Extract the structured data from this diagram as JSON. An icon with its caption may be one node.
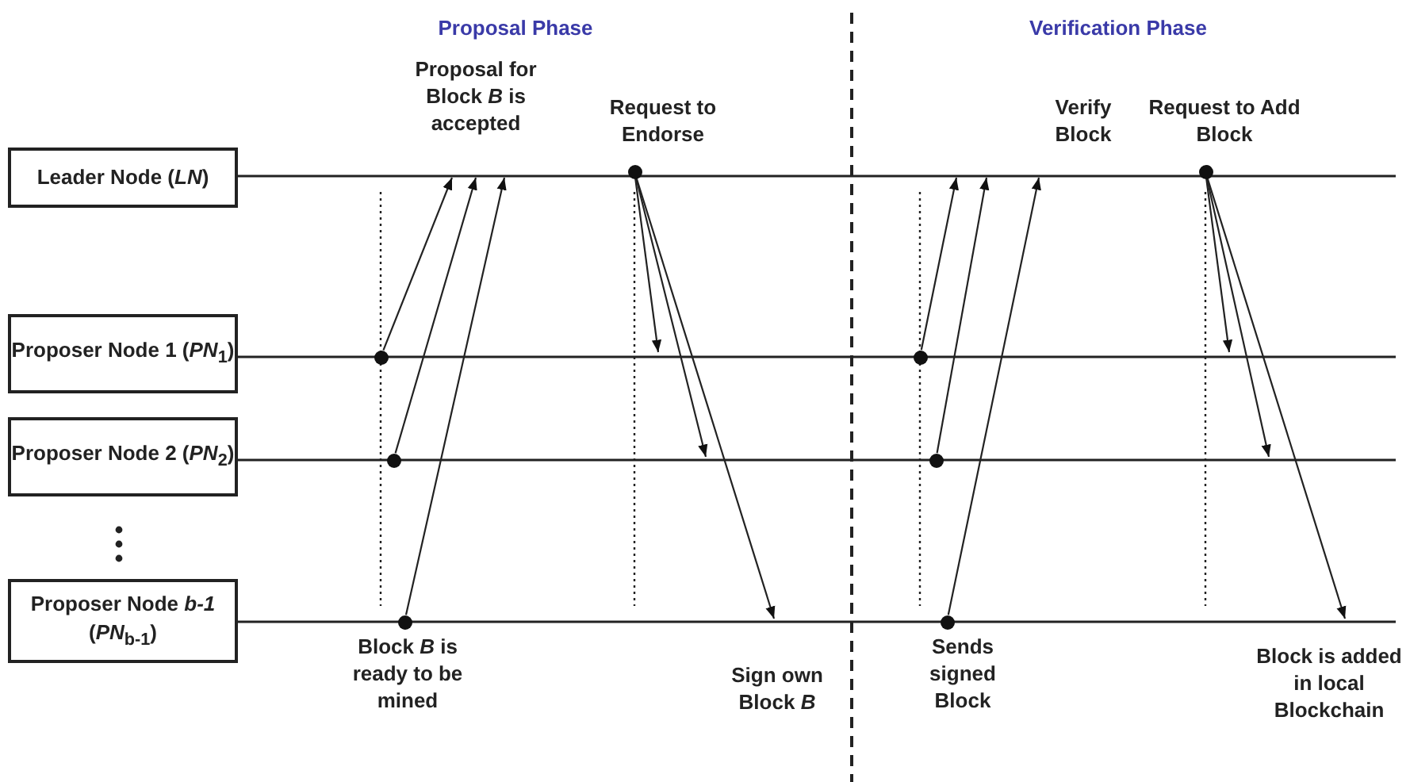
{
  "diagram": {
    "nodes": [
      {
        "text": [
          "Leader Node (*LN*)"
        ]
      },
      {
        "text": [
          "Proposer Node 1 (*PN*$_{1}$)"
        ]
      },
      {
        "text": [
          "Proposer Node 2 (*PN*$_{2}$)"
        ]
      },
      {
        "text": [
          "Proposer Node *b-1* (*PN*$_{b-1}$)"
        ]
      },
      {
        "text": [],
        "shape": "circle"
      },
      {
        "text": [],
        "shape": "circle"
      },
      {
        "text": [],
        "shape": "circle"
      },
      {
        "text": [],
        "shape": "circle"
      },
      {
        "text": [],
        "shape": "circle"
      },
      {
        "text": [],
        "shape": "circle"
      },
      {
        "text": [],
        "shape": "circle"
      },
      {
        "text": [],
        "shape": "circle"
      }
    ],
    "edges": [
      {
        "from": 5,
        "to": null,
        "arrow": "to"
      },
      {
        "from": 6,
        "to": null,
        "arrow": "to"
      },
      {
        "from": 7,
        "to": null,
        "arrow": "to"
      },
      {
        "from": 4,
        "to": null,
        "arrow": "to"
      },
      {
        "from": 4,
        "to": null,
        "arrow": "to"
      },
      {
        "from": 4,
        "to": null,
        "arrow": "to"
      },
      {
        "from": 9,
        "to": null,
        "arrow": "to"
      },
      {
        "from": 10,
        "to": null,
        "arrow": "to"
      },
      {
        "from": 11,
        "to": null,
        "arrow": "to"
      },
      {
        "from": 8,
        "to": null,
        "arrow": "to"
      },
      {
        "from": 8,
        "to": null,
        "arrow": "to"
      },
      {
        "from": 8,
        "to": null,
        "arrow": "to"
      }
    ],
    "labels": [
      "Proposal Phase",
      "Verification Phase",
      "Proposal for Block *B* is accepted",
      "Request to Endorse",
      "Verify Block",
      "Request to Add Block",
      "Block *B* is ready to be mined",
      "Sign own Block *B*",
      "Sends signed Block",
      "Block is added in local Blockchain"
    ]
  }
}
